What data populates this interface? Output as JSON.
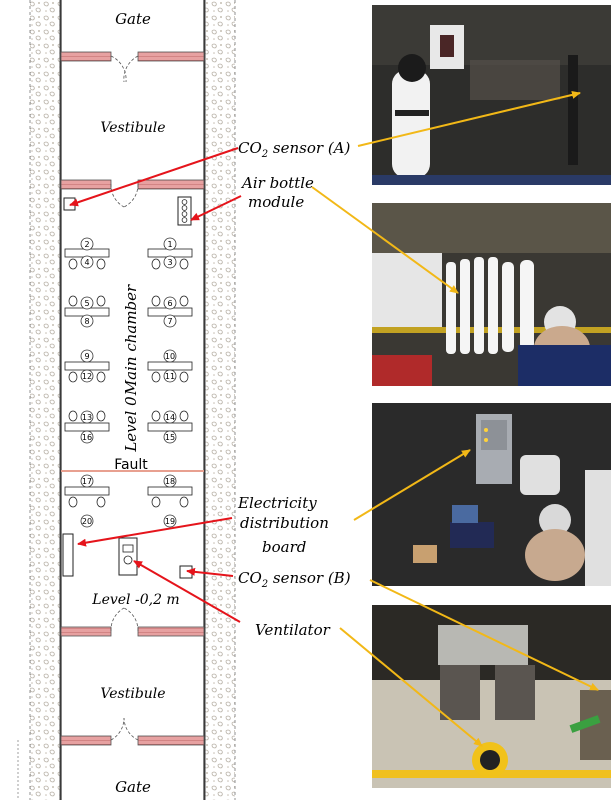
{
  "labels": {
    "gate_top": "Gate",
    "gate_bottom": "Gate",
    "vestibule_top": "Vestibule",
    "vestibule_bottom": "Vestibule",
    "main_chamber": "Main chamber",
    "level_0": "Level 0",
    "fault": "Fault",
    "level_minus": "Level -0,2 m"
  },
  "callouts": {
    "co2_a_prefix": "CO",
    "co2_a_sub": "2",
    "co2_a_suffix": " sensor (A)",
    "air_bottle_1": "Air bottle",
    "air_bottle_2": "module",
    "electricity_1": "Electricity",
    "electricity_2": "distribution",
    "electricity_3": "board",
    "co2_b_prefix": "CO",
    "co2_b_sub": "2",
    "co2_b_suffix": " sensor (B)",
    "ventilator": "Ventilator"
  },
  "seats": [
    "1",
    "2",
    "3",
    "4",
    "5",
    "6",
    "7",
    "8",
    "9",
    "10",
    "11",
    "12",
    "13",
    "14",
    "15",
    "16",
    "17",
    "18",
    "19",
    "20"
  ],
  "colors": {
    "red_arrow": "#e5141b",
    "yellow_arrow": "#f2b817",
    "brick": "#d98c8c"
  }
}
